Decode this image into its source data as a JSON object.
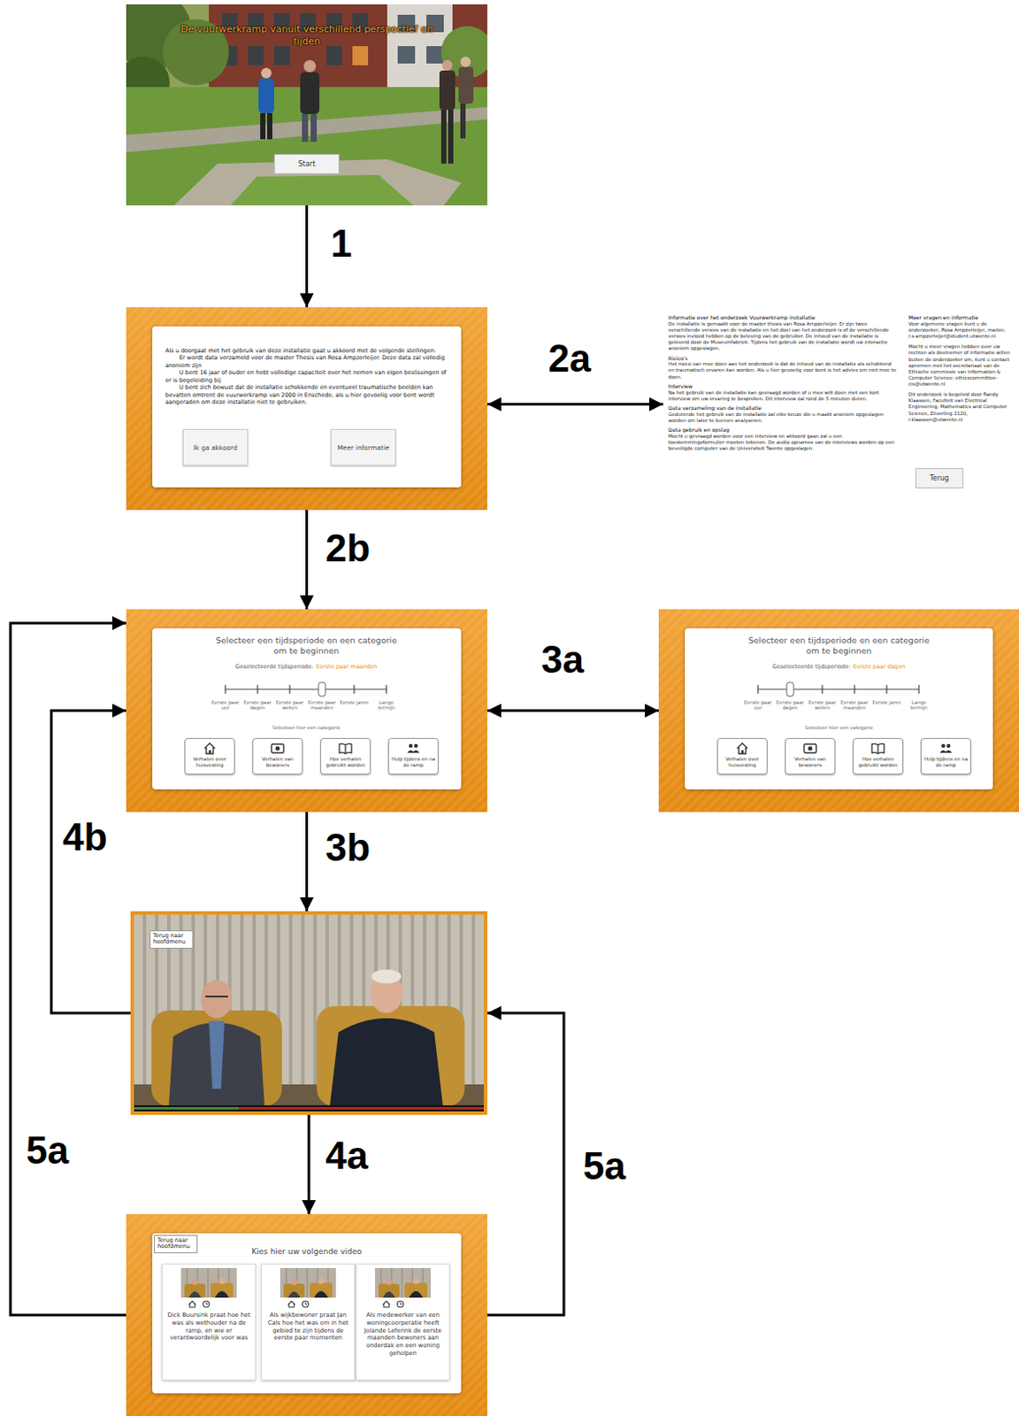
{
  "diagram": {
    "nodes": [
      {
        "text": [
          "De vuurwerkramp vanuit verschillend perspectief en tijden",
          "Start"
        ]
      },
      {
        "text": [
          "Als u doorgaat met het gebruik van deze installatie gaat u akkoord met de volgende stellingen:",
          "Er wordt data verzameld voor de master Thesis van Rosa Ampzerleijer. Deze data zal volledig anoniem zijn",
          "U bent 16 jaar of ouder en hebt volledige capaciteit over het nemen van eigen beslissingen of er is begeleiding bij",
          "U bent zich bewust dat de installatie schokkende en eventueel traumatische beelden kan bevatten omtrent de vuurwerkramp van 2000 in Enschede, als u hier gevoelig voor bent wordt aangeraden om deze installatie niet te gebruiken."
        ]
      },
      {
        "text": [
          "Ik ga akkoord"
        ],
        "in": 1
      },
      {
        "text": [
          "Meer informatie"
        ],
        "in": 1
      },
      {
        "text": [
          "Informatie over het onderzoek Vuurwerkramp installatie",
          "De installatie is gemaakt voor de master thesis van Rosa Ampzerleijer. Er zijn twee verschillende versies van de installatie en het doel van het onderzoek is of de verschillende versies invloed hebben op de beleving van de gebruiker. De inhoud van de installatie is geleverd door de Museumfabriek. Tijdens het gebruik van de installatie wordt uw interactie anoniem opgeslagen.",
          "Risico's",
          "Het risico van mee doen aan het onderzoek is dat de inhoud van de installatie als schokkend en traumatisch ervaren kan worden. Als u hier gevoelig voor bent is het advies om niet mee te doen.",
          "Interview",
          "Na het gebruik van de installatie kan gevraagd worden of u mee wilt doen met een kort interview om uw ervaring te bespreken. Dit interview zal rond de 5 minuten duren.",
          "Data verzameling van de installatie",
          "Gedurende het gebruik van de installatie zal elke keuze die u maakt anoniem opgeslagen worden om later te kunnen analyseren.",
          "Data gebruik en opslag",
          "Mocht u gevraagd worden voor een interview en akkoord gaan zal u een toestemmingsformulier moeten tekenen. De audio opnames van de interviews worden op een beveiligde computer van de Universiteit Twente opgeslagen.",
          "Meer vragen en informatie",
          "Voor algemene vragen kunt u de onderzoeker, Rosa Ampzerleijer, mailen: r.s.ampzerleijer@student.utwente.nl",
          "Mocht u meer vragen hebben over uw rechten als deelnemer of informatie willen buiten de onderzoeker om, kunt u contact opnemen met het secretariaat van de Ethische commissie van Information & Computer Science: ethicscommittee-cis@utwente.nl",
          "Dit onderzoek is begeleid door Randy Klaassen, Faculteit van Electrical Engineering, Mathematics and Computer Science, Zilverling 2120, r.klaassen@utwente.nl",
          "Terug"
        ]
      },
      {
        "text": [
          "Selecteer een tijdsperiode en een categorie om te beginnen",
          "Geselecteerde tijdsperiode:",
          "Eerste paar maanden",
          "Eerste paar uur",
          "Eerste paar dagen",
          "Eerste paar weken",
          "Eerste paar maanden",
          "Eerste jaren",
          "Lange termijn",
          "Selecteer hier een categorie"
        ]
      },
      {
        "text": [
          "Verhalen over huisvesting"
        ],
        "in": 5
      },
      {
        "text": [
          "Verhalen van bewoners"
        ],
        "in": 5
      },
      {
        "text": [
          "Hoe verhalen gebruikt worden"
        ],
        "in": 5
      },
      {
        "text": [
          "Hulp tijdens en na de ramp"
        ],
        "in": 5
      },
      {
        "text": [
          "Selecteer een tijdsperiode en een categorie om te beginnen",
          "Geselecteerde tijdsperiode:",
          "Eerste paar dagen",
          "Eerste paar uur",
          "Eerste paar dagen",
          "Eerste paar weken",
          "Eerste paar maanden",
          "Eerste jaren",
          "Lange termijn",
          "Selecteer hier een categorie"
        ]
      },
      {
        "text": [
          "Verhalen over huisvesting"
        ],
        "in": 10
      },
      {
        "text": [
          "Verhalen van bewoners"
        ],
        "in": 10
      },
      {
        "text": [
          "Hoe verhalen gebruikt worden"
        ],
        "in": 10
      },
      {
        "text": [
          "Hulp tijdens en na de ramp"
        ],
        "in": 10
      },
      {
        "text": [
          "Terug naar hoofdmenu"
        ]
      },
      {
        "text": [
          "Terug naar hoofdmenu",
          "Kies hier uw volgende video"
        ]
      },
      {
        "text": [
          "Dick Buursink praat hoe het was als wethouder na de ramp, en wie er verantwoordelijk voor was"
        ],
        "in": 16
      },
      {
        "text": [
          "Als wijkbewoner praat Jan Cals hoe het was om in het gebied te zijn tijdens de eerste paar momenten"
        ],
        "in": 16
      },
      {
        "text": [
          "Als medewerker van een woningcoorperatie heeft Jolande Leferink de eerste maanden bewoners aan onderdak en een woning geholpen"
        ],
        "in": 16
      }
    ],
    "edges": [
      {
        "from": 0,
        "to": 1,
        "arrow": "to",
        "label": "1"
      },
      {
        "from": 1,
        "to": 4,
        "arrow": "both",
        "label": "2a"
      },
      {
        "from": 1,
        "to": 5,
        "arrow": "to",
        "label": "2b"
      },
      {
        "from": 5,
        "to": 10,
        "arrow": "both",
        "label": "3a"
      },
      {
        "from": 5,
        "to": 15,
        "arrow": "to",
        "label": "3b"
      },
      {
        "from": 15,
        "to": 16,
        "arrow": "to",
        "label": "4a"
      },
      {
        "from": 15,
        "to": 5,
        "arrow": "to",
        "label": "4b"
      },
      {
        "from": 16,
        "to": 5,
        "arrow": "to",
        "label": "5a"
      },
      {
        "from": 16,
        "to": 15,
        "arrow": "to",
        "label": "5a"
      }
    ]
  }
}
